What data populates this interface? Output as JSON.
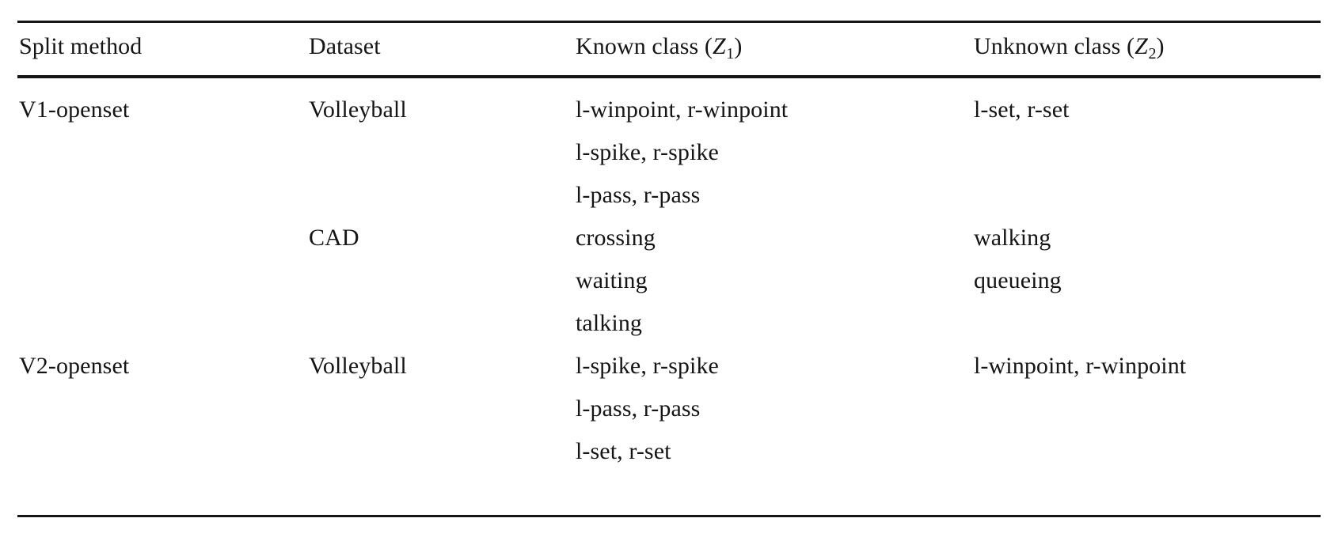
{
  "table": {
    "columns": [
      {
        "label": "Split method"
      },
      {
        "label": "Dataset"
      },
      {
        "label_prefix": "Known class (",
        "symbol": "Z",
        "subscript": "1",
        "label_suffix": ")"
      },
      {
        "label_prefix": "Unknown class (",
        "symbol": "Z",
        "subscript": "2",
        "label_suffix": ")"
      }
    ],
    "row_groups": [
      {
        "split_method": "V1-openset",
        "datasets": [
          {
            "name": "Volleyball",
            "known_class": [
              "l-winpoint, r-winpoint",
              "l-spike, r-spike",
              "l-pass, r-pass"
            ],
            "unknown_class": [
              "l-set, r-set"
            ]
          },
          {
            "name": "CAD",
            "known_class": [
              "crossing",
              "waiting",
              "talking"
            ],
            "unknown_class": [
              "walking",
              "queueing"
            ]
          }
        ]
      },
      {
        "split_method": "V2-openset",
        "datasets": [
          {
            "name": "Volleyball",
            "known_class": [
              "l-spike, r-spike",
              "l-pass, r-pass",
              "l-set, r-set"
            ],
            "unknown_class": [
              "l-winpoint, r-winpoint"
            ]
          }
        ]
      }
    ]
  },
  "style": {
    "rule_color": "#151515",
    "text_color": "#151515",
    "background": "#ffffff"
  }
}
